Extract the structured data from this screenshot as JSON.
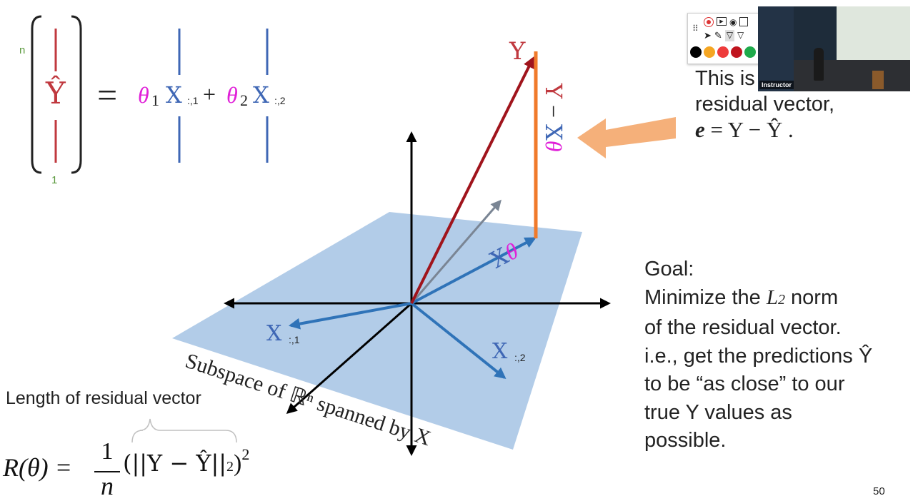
{
  "equation": {
    "n_label": "n",
    "one_label": "1",
    "yhat": "Ŷ",
    "equals": "=",
    "theta1": "θ",
    "sub1": "1",
    "x_symbol": "X",
    "col1": ":,1",
    "plus": "+",
    "theta2": "θ",
    "sub2": "2",
    "col2": ":,2"
  },
  "diagram": {
    "y_label": "Y",
    "residual_label_y": "Y",
    "residual_minus": "−",
    "residual_x": "X",
    "residual_theta": "θ",
    "x_theta_x": "X",
    "x_theta_theta": "θ",
    "x1_label": "X",
    "x1_sub": ":,1",
    "x2_label": "X",
    "x2_sub": ":,2",
    "subspace_text": "Subspace of ℝⁿ spanned by X"
  },
  "residual_note": {
    "line1": "This is",
    "line2": "residual vector,",
    "line3_e": "e",
    "line3_rest": " = Y − Ŷ ."
  },
  "goal": {
    "title": "Goal:",
    "line1_a": "Minimize the ",
    "line1_L": "L",
    "line1_2": "2",
    "line1_b": " norm",
    "line2": "of the residual vector.",
    "line3": "i.e., get the predictions Ŷ",
    "line4": "to be “as close” to our",
    "line5": "true  Y values as",
    "line6": "possible."
  },
  "loss": {
    "brace_label": "Length of residual vector",
    "lhs": "R(θ) =",
    "numerator": "1",
    "denominator": "n",
    "body": "(||Y − Ŷ||",
    "norm_sub": "2",
    "close": ")",
    "power": "2"
  },
  "toolbar": {
    "grip": "⠿",
    "record_icon": "record-icon",
    "play_icon": "play-icon",
    "eye_icon": "eye-icon",
    "save_icon": "save-icon",
    "pointer_icon": "pointer-icon",
    "pen_icon": "pen-icon",
    "highlighter_icon": "highlighter-icon",
    "colors": [
      "#000000",
      "#f5a623",
      "#ee3b3b",
      "#c0141e",
      "#1faa4b"
    ]
  },
  "video": {
    "participant_label": "Instructor"
  },
  "slide": {
    "page_number": "50"
  }
}
